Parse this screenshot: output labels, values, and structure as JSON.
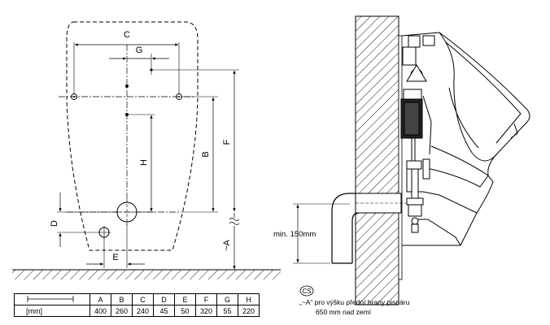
{
  "front_view": {
    "labels": {
      "c": "C",
      "g": "G",
      "h": "H",
      "b": "B",
      "f": "F",
      "d": "D",
      "e": "E",
      "a": "~A"
    }
  },
  "side_view": {
    "min_label": "min. 150mm"
  },
  "table": {
    "unit": "[mm]",
    "headers": [
      "A",
      "B",
      "C",
      "D",
      "E",
      "F",
      "G",
      "H"
    ],
    "values": [
      "400",
      "260",
      "240",
      "45",
      "50",
      "320",
      "55",
      "220"
    ]
  },
  "note": {
    "lang": "CS",
    "line1": "„~A“ pro výšku přední hrany pisoáru",
    "line2": "650 mm nad zemí"
  }
}
